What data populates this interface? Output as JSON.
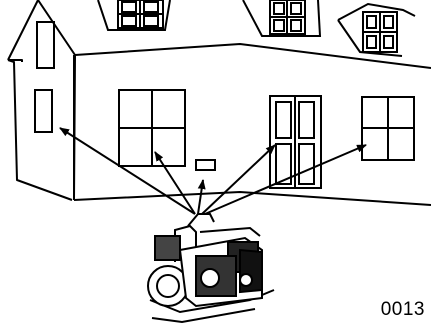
{
  "figure": {
    "code": "0013"
  },
  "colors": {
    "line": "#000000",
    "background": "#ffffff"
  },
  "elements": {
    "house": "house-outline",
    "pump": "water-pump",
    "arrows": [
      "arrow-to-left-window",
      "arrow-to-center-window",
      "arrow-to-vent",
      "arrow-to-door",
      "arrow-to-right-window"
    ]
  }
}
